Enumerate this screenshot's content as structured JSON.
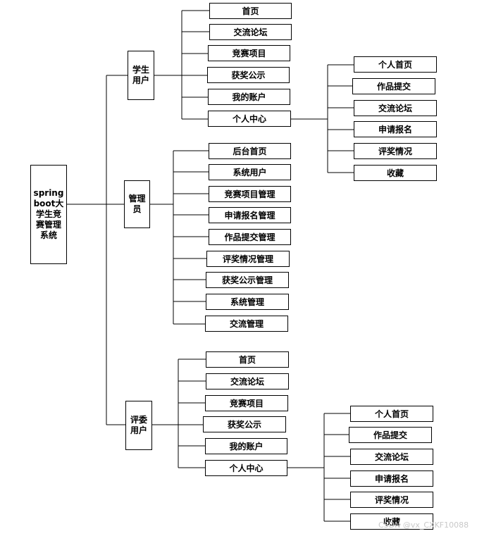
{
  "diagram": {
    "root": {
      "label": "springboot大学生竞赛管理系统"
    },
    "branches": {
      "student": {
        "label": "学生用户",
        "items": [
          "首页",
          "交流论坛",
          "竞赛项目",
          "获奖公示",
          "我的账户",
          "个人中心"
        ],
        "sub": [
          "个人首页",
          "作品提交",
          "交流论坛",
          "申请报名",
          "评奖情况",
          "收藏"
        ]
      },
      "admin": {
        "label": "管理员",
        "items": [
          "后台首页",
          "系统用户",
          "竞赛项目管理",
          "申请报名管理",
          "作品提交管理",
          "评奖情况管理",
          "获奖公示管理",
          "系统管理",
          "交流管理"
        ]
      },
      "judge": {
        "label": "评委用户",
        "items": [
          "首页",
          "交流论坛",
          "竞赛项目",
          "获奖公示",
          "我的账户",
          "个人中心"
        ],
        "sub": [
          "个人首页",
          "作品提交",
          "交流论坛",
          "申请报名",
          "评奖情况",
          "收藏"
        ]
      }
    }
  },
  "watermark": "CSDN @vx_CXKF10088"
}
